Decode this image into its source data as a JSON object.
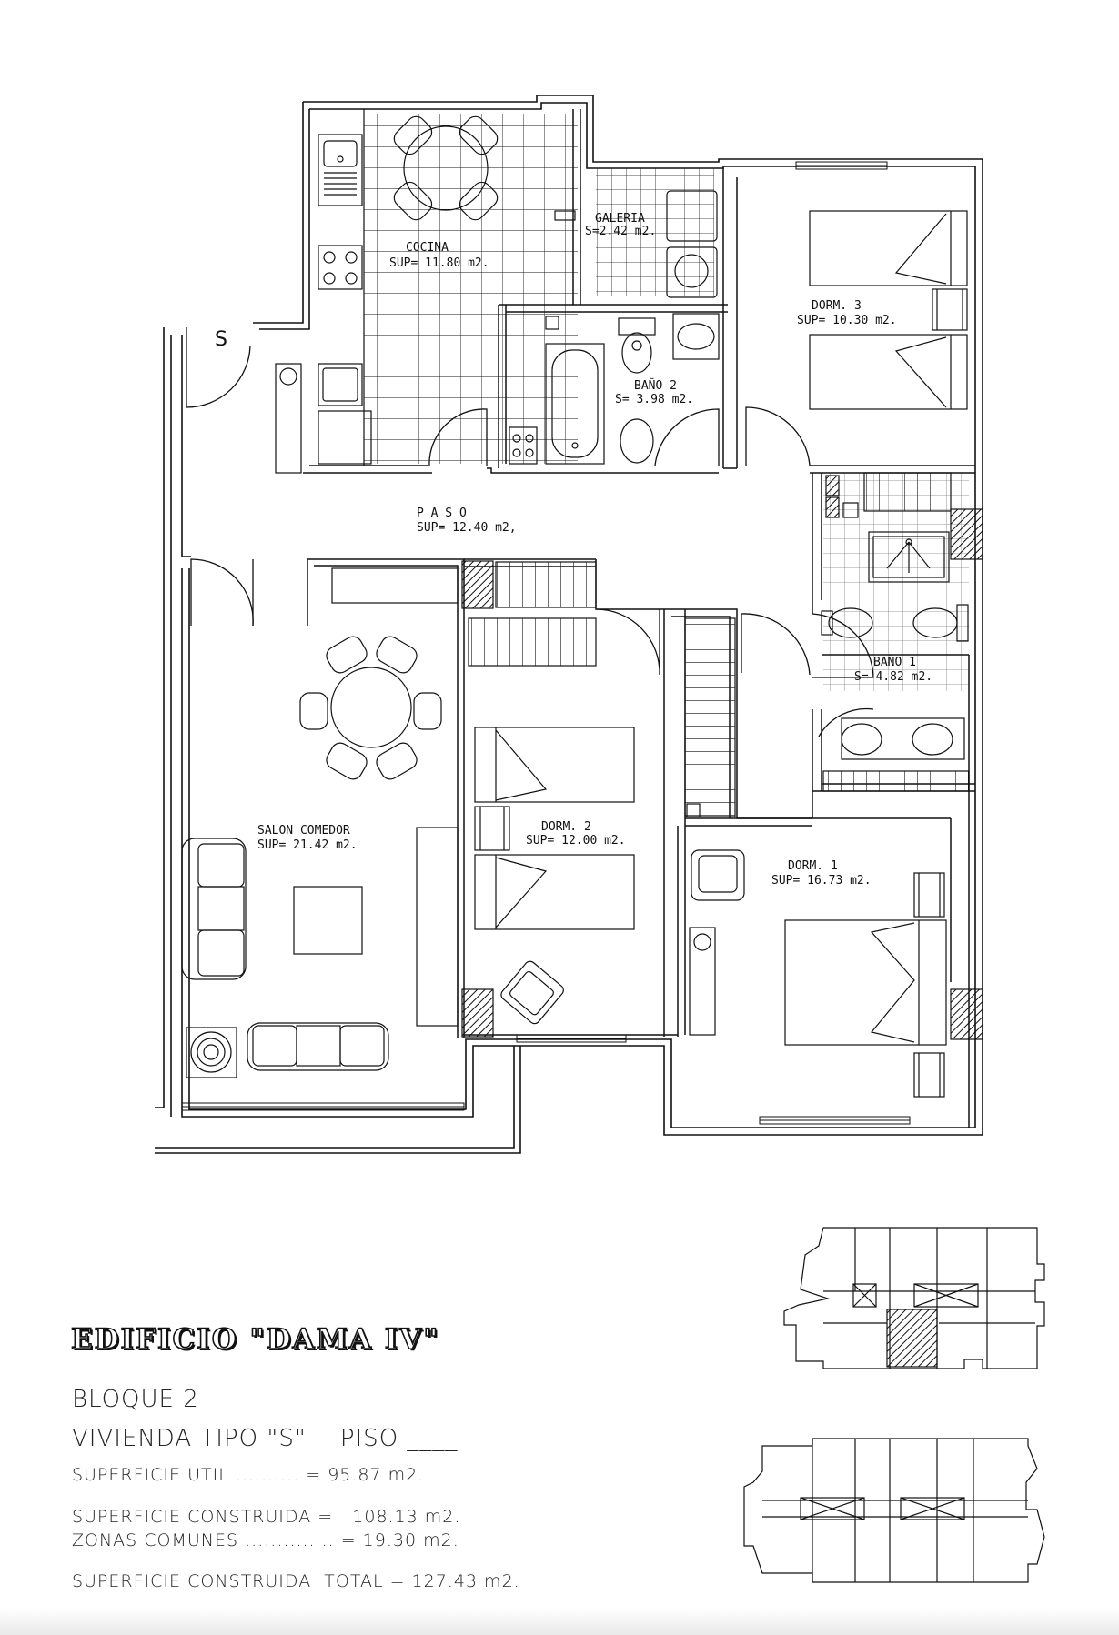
{
  "rooms": {
    "cocina": {
      "name": "COCINA",
      "area": "SUP= 11.80 m2."
    },
    "galeria": {
      "name": "GALERIA",
      "area": "S=2.42 m2."
    },
    "dorm3": {
      "name": "DORM. 3",
      "area": "SUP= 10.30 m2."
    },
    "bano2": {
      "name": "BAÑO 2",
      "area": "S= 3.98 m2."
    },
    "paso": {
      "name": "P A S O",
      "area": "SUP= 12.40 m2,"
    },
    "bano1": {
      "name": "BAÑO 1",
      "area": "S= 4.82 m2."
    },
    "salon": {
      "name": "SALON COMEDOR",
      "area": "SUP= 21.42 m2."
    },
    "dorm2": {
      "name": "DORM. 2",
      "area": "SUP= 12.00 m2."
    },
    "dorm1": {
      "name": "DORM. 1",
      "area": "SUP= 16.73 m2."
    }
  },
  "entrance_marker": "S",
  "info": {
    "title": "EDIFICIO \"DAMA IV\"",
    "bloque": "BLOQUE 2",
    "vivienda": "VIVIENDA TIPO \"S\"    PISO ____",
    "util": "SUPERFICIE UTIL .......... = 95.87 m2.",
    "construida": "SUPERFICIE CONSTRUIDA =   108.13 m2.",
    "comunes": "ZONAS COMUNES .............. = 19.30 m2.",
    "total": "SUPERFICIE CONSTRUIDA  TOTAL = 127.43 m2."
  }
}
